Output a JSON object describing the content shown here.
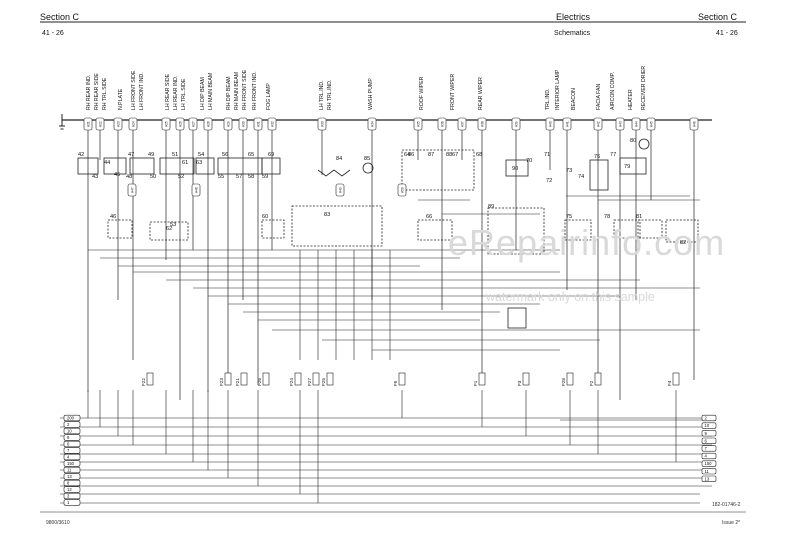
{
  "header": {
    "left_title": "Section C",
    "left_page": "41 - 26",
    "center_title": "Electrics",
    "center_subtitle": "Schematics",
    "right_title": "Section C",
    "right_page": "41 - 26"
  },
  "labels": [
    "RH REAR IND.",
    "RH REAR SIDE",
    "RH TRL.SIDE",
    "N.PLATE",
    "LH FRONT SIDE",
    "LH FRONT IND.",
    "LH REAR SIDE",
    "LH REAR IND.",
    "LH TRL.SIDE",
    "LH DIP BEAM",
    "LH MAIN BEAM",
    "RH DIP BEAM",
    "RH MAIN BEAM",
    "RH FRONT SIDE",
    "RH FRONT IND.",
    "FOG LAMP",
    "LH TRL.IND.",
    "RH TRL.IND.",
    "WASH PUMP",
    "ROOF WIPER",
    "FRONT WIPER",
    "REAR WIPER",
    "TRL.IND.",
    "INTERIOR LAMP",
    "BEACON",
    "FACIA FAN",
    "AIRCON COMP.",
    "HEATER",
    "RECEIVER DRIER"
  ],
  "components": [
    "42",
    "43",
    "44",
    "45",
    "46",
    "47",
    "48",
    "49",
    "50",
    "51",
    "52",
    "53",
    "54",
    "55",
    "56",
    "57",
    "58",
    "59",
    "60",
    "61",
    "62",
    "63",
    "64",
    "65",
    "66",
    "67",
    "68",
    "69",
    "70",
    "71",
    "72",
    "73",
    "74",
    "75",
    "76",
    "77",
    "78",
    "79",
    "80",
    "81",
    "82",
    "83",
    "84",
    "85",
    "86",
    "87",
    "88",
    "89",
    "90"
  ],
  "connectors": [
    "A21",
    "A22",
    "A23",
    "A24",
    "A25",
    "A26",
    "A27",
    "A28",
    "A29",
    "A30",
    "A31",
    "A32",
    "A33",
    "A34",
    "A35",
    "A36",
    "A37",
    "A38",
    "A39",
    "A40",
    "A41",
    "A42",
    "A43",
    "A44",
    "A45",
    "A46",
    "A47",
    "A48",
    "A49",
    "A50"
  ],
  "fuses": [
    "F22",
    "F23",
    "F21",
    "F26",
    "F24",
    "F27",
    "F25",
    "F5",
    "F1",
    "F3",
    "F28",
    "F2",
    "F4"
  ],
  "bus_left": [
    "200",
    "2",
    "10",
    "9",
    "6",
    "7",
    "4",
    "150",
    "11",
    "13",
    "8",
    "12",
    "3",
    "1"
  ],
  "bus_right": [
    "2",
    "10",
    "9",
    "6",
    "7",
    "4",
    "150",
    "11",
    "13"
  ],
  "watermark_main": "eRepairinfo.com",
  "watermark_sub": "watermark only on this sample",
  "figure_ref": "182-01746-2",
  "footer_left": "9800/3610",
  "footer_right": "Issue 2*"
}
